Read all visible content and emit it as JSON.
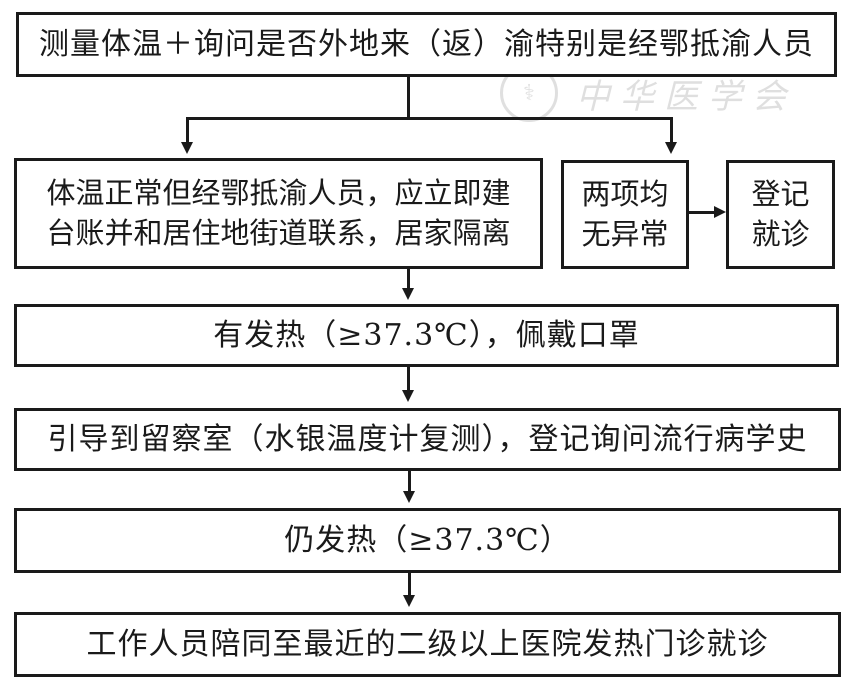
{
  "diagram": {
    "type": "flowchart",
    "nodes": {
      "step1": "测量体温＋询问是否外地来（返）渝特别是经鄂抵渝人员",
      "branch_left_line1": "体温正常但经鄂抵渝人员，应立即建",
      "branch_left_line2": "台账并和居住地街道联系，居家隔离",
      "branch_right_line1": "两项均",
      "branch_right_line2": "无异常",
      "register_line1": "登记",
      "register_line2": "就诊",
      "step3": "有发热（≥37.3℃），佩戴口罩",
      "step4": "引导到留察室（水银温度计复测），登记询问流行病学史",
      "step5": "仍发热（≥37.3℃）",
      "step6": "工作人员陪同至最近的二级以上医院发热门诊就诊"
    },
    "edges": [
      {
        "from": "step1",
        "to": "branch_left"
      },
      {
        "from": "step1",
        "to": "branch_right"
      },
      {
        "from": "branch_right",
        "to": "register"
      },
      {
        "from": "branch_left",
        "to": "step3"
      },
      {
        "from": "step3",
        "to": "step4"
      },
      {
        "from": "step4",
        "to": "step5"
      },
      {
        "from": "step5",
        "to": "step6"
      }
    ]
  },
  "watermark": {
    "seal_icon": "society-seal-icon",
    "text": "中华医学会"
  }
}
